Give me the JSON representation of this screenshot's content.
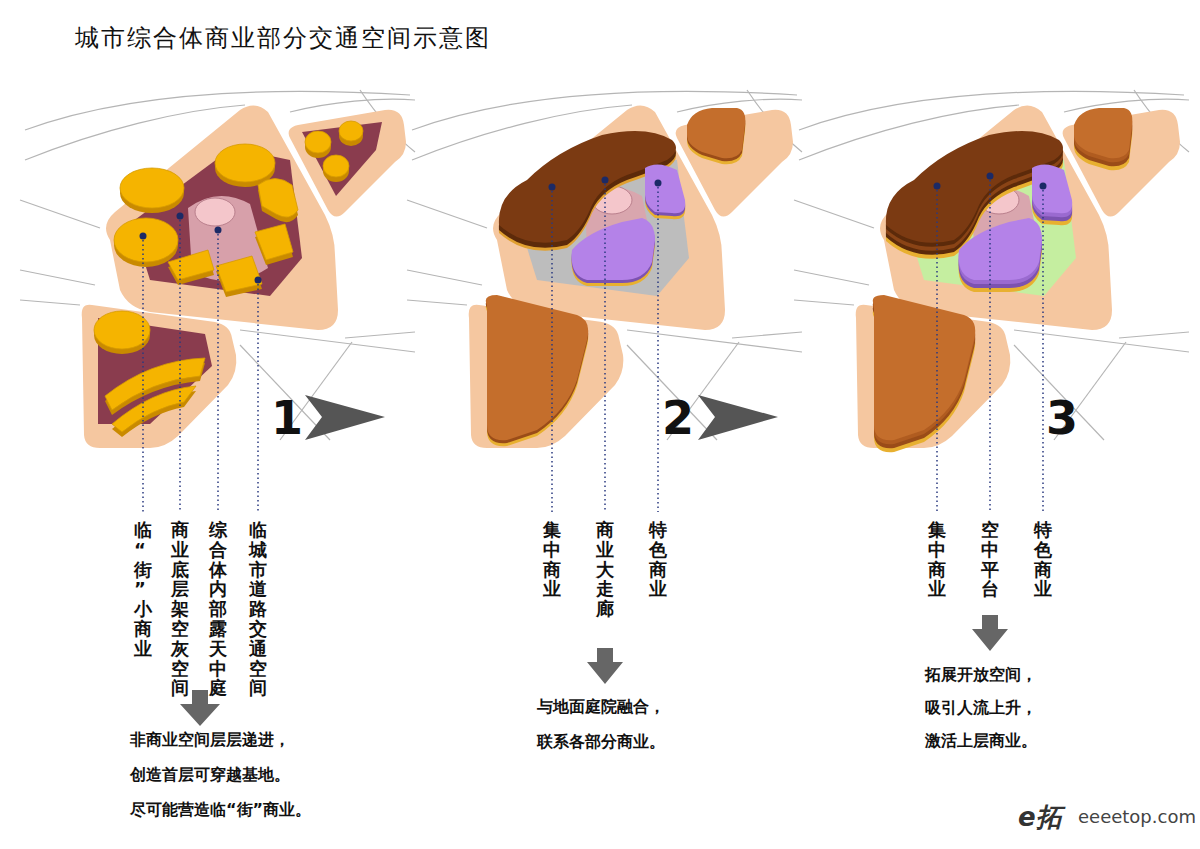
{
  "diagram": {
    "title": "城市综合体商业部分交通空间示意图",
    "labels": [
      "1",
      "2",
      "3",
      "临“街”小商业",
      "商业底层架空灰空间",
      "综合体内部露天中庭",
      "临城市道路交通空间",
      "集中商业",
      "商业大走廊",
      "特色商业",
      "集中商业",
      "空中平台",
      "特色商业",
      "非商业空间层层递进，",
      "创造首层可穿越基地。",
      "尽可能营造临“街”商业。",
      "与地面庭院融合，",
      "联系各部分商业。",
      "拓展开放空间，",
      "吸引人流上升，",
      "激活上层商业。",
      "e拓",
      "eeeetop.com"
    ]
  }
}
